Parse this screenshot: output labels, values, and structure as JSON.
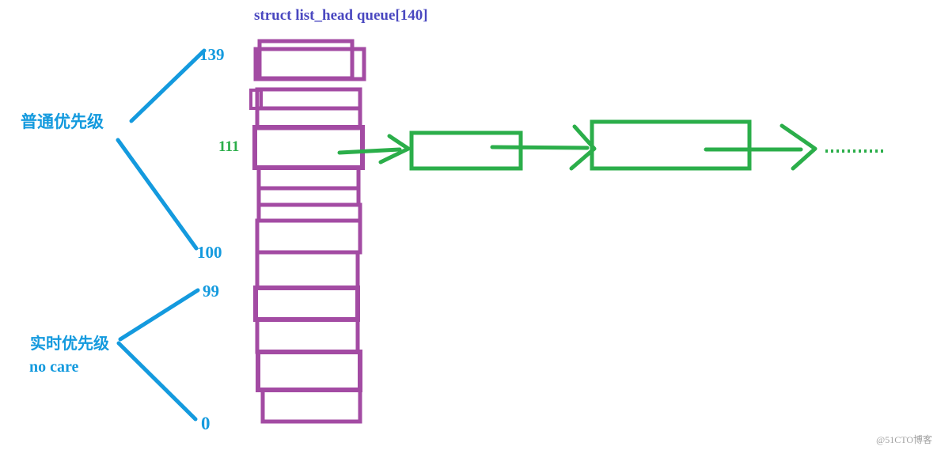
{
  "diagram": {
    "array_title": "struct list_head queue[140]",
    "normal_priority_label": "普通优先级",
    "realtime_priority_label": "实时优先级",
    "realtime_note": "no care",
    "index_139": "139",
    "index_111": "111",
    "index_100": "100",
    "index_99": "99",
    "index_0": "0",
    "structure": {
      "type": "array-of-list-heads",
      "array_cells_visible": 13,
      "linked_nodes_from_index_111": 2,
      "chain_continues": "dotted tail after last arrow"
    }
  },
  "watermark": "@51CTO博客",
  "colors": {
    "background": "#ffffff",
    "azure": "#149ade",
    "purple": "#a34ba3",
    "green": "#2bae4a",
    "title_blue": "#4a48c0",
    "watermark_gray": "#a0a0a0"
  }
}
